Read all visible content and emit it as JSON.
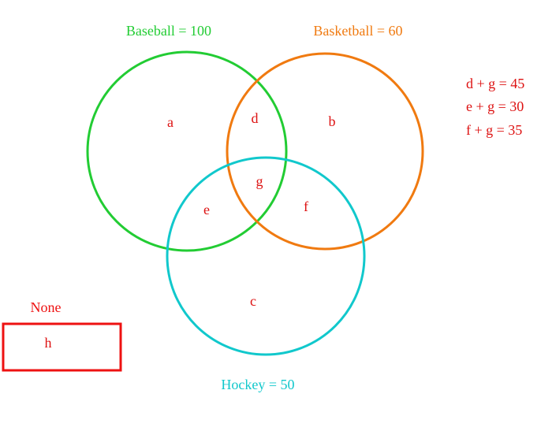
{
  "colors": {
    "baseball": "#22cc33",
    "basketball": "#f07a10",
    "hockey": "#11c8cc",
    "region": "#dd1111",
    "none": "#ee1111"
  },
  "sets": {
    "baseball": "Baseball = 100",
    "basketball": "Basketball = 60",
    "hockey": "Hockey = 50"
  },
  "regions": {
    "a": "a",
    "b": "b",
    "c": "c",
    "d": "d",
    "e": "e",
    "f": "f",
    "g": "g",
    "h": "h"
  },
  "none_label": "None",
  "equations": [
    "d + g = 45",
    "e + g = 30",
    "f + g = 35"
  ]
}
